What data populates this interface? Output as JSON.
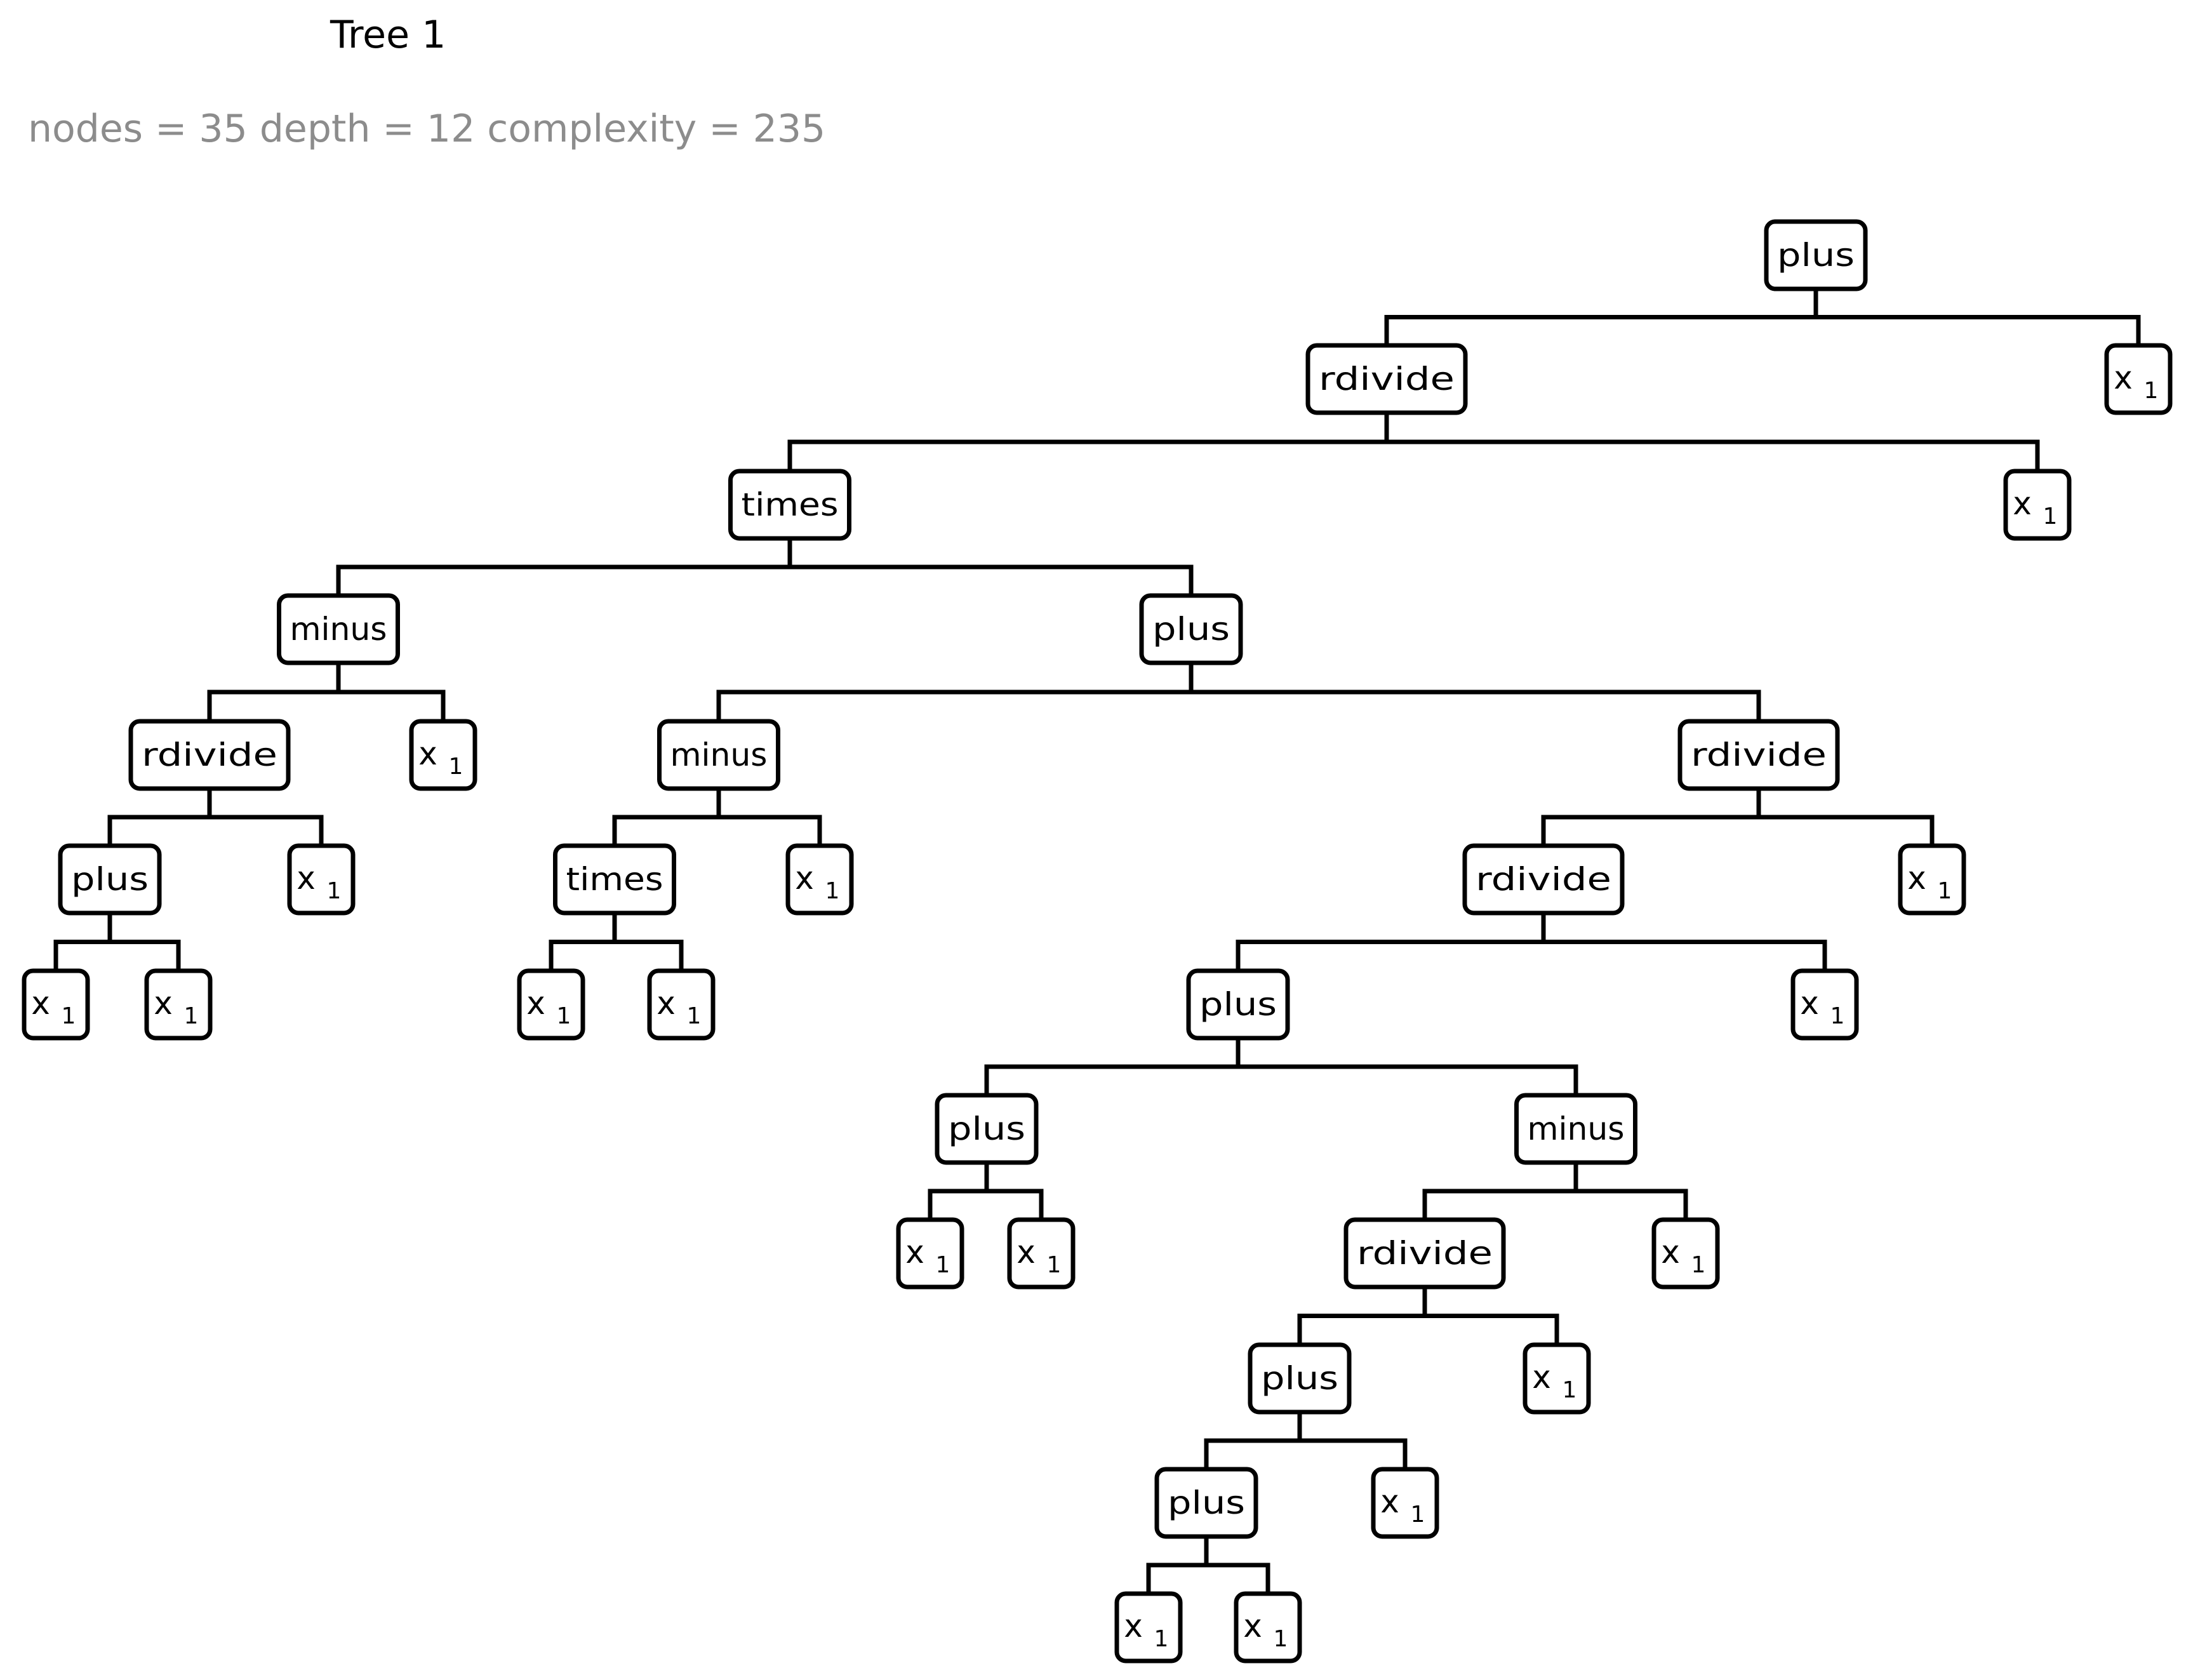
{
  "title": "Tree 1",
  "stats": "nodes = 35 depth = 12 complexity = 235",
  "tree": {
    "op": "plus",
    "children": [
      {
        "op": "rdivide",
        "children": [
          {
            "op": "times",
            "children": [
              {
                "op": "minus",
                "children": [
                  {
                    "op": "rdivide",
                    "children": [
                      {
                        "op": "plus",
                        "children": [
                          {
                            "var": "x",
                            "sub": "1"
                          },
                          {
                            "var": "x",
                            "sub": "1"
                          }
                        ]
                      },
                      {
                        "var": "x",
                        "sub": "1"
                      }
                    ]
                  },
                  {
                    "var": "x",
                    "sub": "1"
                  }
                ]
              },
              {
                "op": "plus",
                "children": [
                  {
                    "op": "minus",
                    "children": [
                      {
                        "op": "times",
                        "children": [
                          {
                            "var": "x",
                            "sub": "1"
                          },
                          {
                            "var": "x",
                            "sub": "1"
                          }
                        ]
                      },
                      {
                        "var": "x",
                        "sub": "1"
                      }
                    ]
                  },
                  {
                    "op": "rdivide",
                    "children": [
                      {
                        "op": "rdivide",
                        "children": [
                          {
                            "op": "plus",
                            "children": [
                              {
                                "op": "plus",
                                "children": [
                                  {
                                    "var": "x",
                                    "sub": "1"
                                  },
                                  {
                                    "var": "x",
                                    "sub": "1"
                                  }
                                ]
                              },
                              {
                                "op": "minus",
                                "children": [
                                  {
                                    "op": "rdivide",
                                    "children": [
                                      {
                                        "op": "plus",
                                        "children": [
                                          {
                                            "op": "plus",
                                            "children": [
                                              {
                                                "var": "x",
                                                "sub": "1"
                                              },
                                              {
                                                "var": "x",
                                                "sub": "1"
                                              }
                                            ]
                                          },
                                          {
                                            "var": "x",
                                            "sub": "1"
                                          }
                                        ]
                                      },
                                      {
                                        "var": "x",
                                        "sub": "1"
                                      }
                                    ]
                                  },
                                  {
                                    "var": "x",
                                    "sub": "1"
                                  }
                                ]
                              }
                            ]
                          },
                          {
                            "var": "x",
                            "sub": "1"
                          }
                        ]
                      },
                      {
                        "var": "x",
                        "sub": "1"
                      }
                    ]
                  }
                ]
              }
            ]
          },
          {
            "var": "x",
            "sub": "1"
          }
        ]
      },
      {
        "var": "x",
        "sub": "1"
      }
    ]
  }
}
